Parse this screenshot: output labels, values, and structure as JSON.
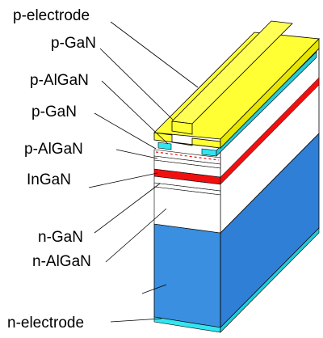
{
  "labels": {
    "p_electrode": "p-electrode",
    "p_gan_top": "p-GaN",
    "p_algan_top": "p-AlGaN",
    "p_gan_mid": "p-GaN",
    "p_algan_mid": "p-AlGaN",
    "ingan": "InGaN",
    "n_gan": "n-GaN",
    "n_algan": "n-AlGaN",
    "n_electrode": "n-electrode"
  },
  "colors": {
    "electrode_yellow": "#ffff33",
    "substrate_blue": "#3a8fe0",
    "cladding_cyan": "#33e5f0",
    "active_red": "#f01010",
    "layer_white": "#ffffff",
    "outline": "#000000"
  }
}
